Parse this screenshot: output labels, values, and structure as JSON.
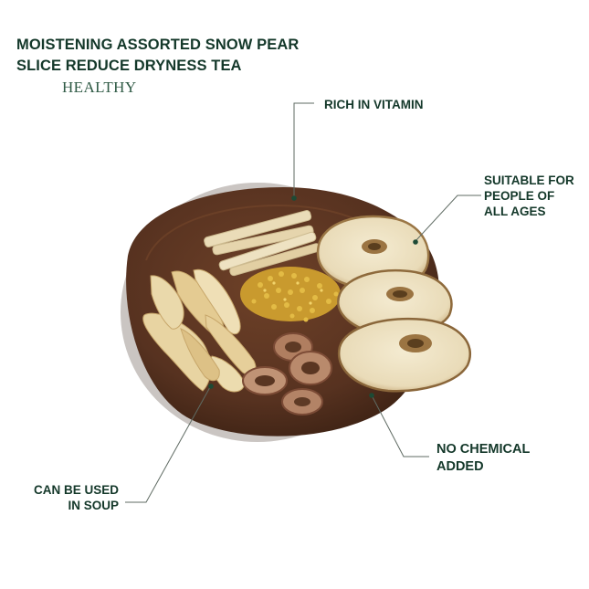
{
  "title": {
    "line1": "MOISTENING ASSORTED SNOW PEAR",
    "line2": "SLICE REDUCE DRYNESS TEA"
  },
  "subtitle": "HEALTHY",
  "callouts": {
    "vitamin": {
      "line1": "RICH IN VITAMIN"
    },
    "ages": {
      "line1": "SUITABLE FOR",
      "line2": "PEOPLE OF",
      "line3": "ALL AGES"
    },
    "chemical": {
      "line1": "NO CHEMICAL",
      "line2": "ADDED"
    },
    "soup": {
      "line1": "CAN BE USED",
      "line2": "IN SOUP"
    }
  },
  "colors": {
    "text": "#14382a",
    "subtitle": "#2f5a45",
    "leader_line": "#5f6b63",
    "plate": "#5a3420",
    "pear_flesh": "#efe4c6",
    "pear_rim": "#8c6a3e",
    "hawthorn": "#b98a6c",
    "licorice": "#eadcb8",
    "ginseng": "#e7cf9c",
    "osmanthus": "#d8ae3a"
  }
}
